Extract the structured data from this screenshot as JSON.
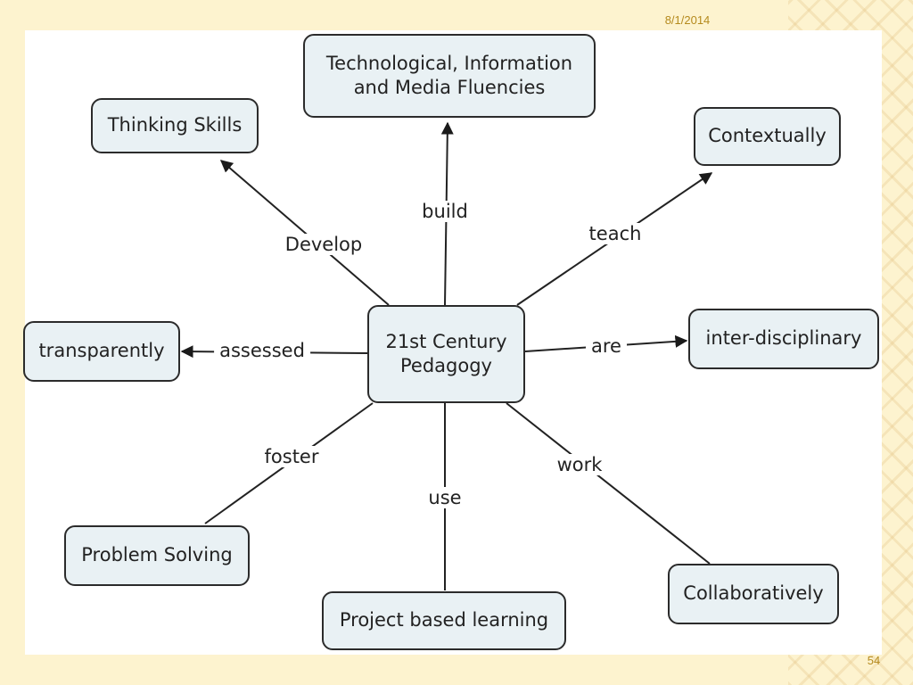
{
  "slide": {
    "date": "8/1/2014",
    "page_number": "54"
  },
  "diagram": {
    "center": "21st Century Pedagogy",
    "nodes": {
      "tech": "Technological, Information and Media Fluencies",
      "thinking": "Thinking Skills",
      "contextually": "Contextually",
      "transparently": "transparently",
      "inter": "inter-disciplinary",
      "problem": "Problem Solving",
      "project": "Project based learning",
      "collab": "Collaboratively"
    },
    "links": {
      "build": "build",
      "develop": "Develop",
      "teach": "teach",
      "assessed": "assessed",
      "are": "are",
      "foster": "foster",
      "use": "use",
      "work": "work"
    }
  }
}
